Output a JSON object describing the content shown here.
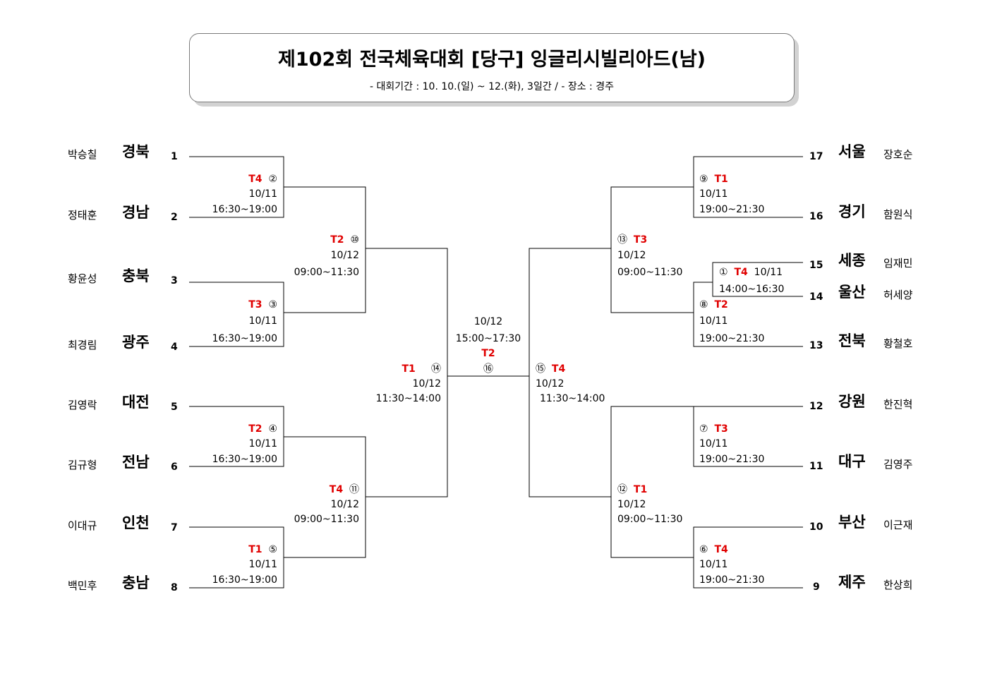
{
  "header": {
    "title": "제102회  전국체육대회  [당구]  잉글리시빌리아드(남)",
    "subtitle": "-  대회기간  :  10.  10.(일)  ~  12.(화),  3일간  /  -  장소  :  경주"
  },
  "left_entries": [
    {
      "player": "박승칠",
      "region": "경북",
      "seed": "1"
    },
    {
      "player": "정태훈",
      "region": "경남",
      "seed": "2"
    },
    {
      "player": "황윤성",
      "region": "충북",
      "seed": "3"
    },
    {
      "player": "최경림",
      "region": "광주",
      "seed": "4"
    },
    {
      "player": "김영락",
      "region": "대전",
      "seed": "5"
    },
    {
      "player": "김규형",
      "region": "전남",
      "seed": "6"
    },
    {
      "player": "이대규",
      "region": "인천",
      "seed": "7"
    },
    {
      "player": "백민후",
      "region": "충남",
      "seed": "8"
    }
  ],
  "right_entries": [
    {
      "seed": "17",
      "region": "서울",
      "player": "장호순"
    },
    {
      "seed": "16",
      "region": "경기",
      "player": "함원식"
    },
    {
      "seed": "15",
      "region": "세종",
      "player": "임재민"
    },
    {
      "seed": "14",
      "region": "울산",
      "player": "허세양"
    },
    {
      "seed": "13",
      "region": "전북",
      "player": "황철호"
    },
    {
      "seed": "12",
      "region": "강원",
      "player": "한진혁"
    },
    {
      "seed": "11",
      "region": "대구",
      "player": "김영주"
    },
    {
      "seed": "10",
      "region": "부산",
      "player": "이근재"
    },
    {
      "seed": "9",
      "region": "제주",
      "player": "한상희"
    }
  ],
  "matches": {
    "m1": {
      "table": "T4",
      "no": "①",
      "date": "10/11",
      "time": "14:00~16:30"
    },
    "m2": {
      "table": "T4",
      "no": "②",
      "date": "10/11",
      "time": "16:30~19:00"
    },
    "m3": {
      "table": "T3",
      "no": "③",
      "date": "10/11",
      "time": "16:30~19:00"
    },
    "m4": {
      "table": "T2",
      "no": "④",
      "date": "10/11",
      "time": "16:30~19:00"
    },
    "m5": {
      "table": "T1",
      "no": "⑤",
      "date": "10/11",
      "time": "16:30~19:00"
    },
    "m6": {
      "table": "T4",
      "no": "⑥",
      "date": "10/11",
      "time": "19:00~21:30"
    },
    "m7": {
      "table": "T3",
      "no": "⑦",
      "date": "10/11",
      "time": "19:00~21:30"
    },
    "m8": {
      "table": "T2",
      "no": "⑧",
      "date": "10/11",
      "time": "19:00~21:30"
    },
    "m9": {
      "table": "T1",
      "no": "⑨",
      "date": "10/11",
      "time": "19:00~21:30"
    },
    "m10": {
      "table": "T2",
      "no": "⑩",
      "date": "10/12",
      "time": "09:00~11:30"
    },
    "m11": {
      "table": "T4",
      "no": "⑪",
      "date": "10/12",
      "time": "09:00~11:30"
    },
    "m12": {
      "table": "T1",
      "no": "⑫",
      "date": "10/12",
      "time": "09:00~11:30"
    },
    "m13": {
      "table": "T3",
      "no": "⑬",
      "date": "10/12",
      "time": "09:00~11:30"
    },
    "m14": {
      "table": "T1",
      "no": "⑭",
      "date": "10/12",
      "time": "11:30~14:00"
    },
    "m15": {
      "table": "T4",
      "no": "⑮",
      "date": "10/12",
      "time": "11:30~14:00"
    },
    "m16": {
      "table": "T2",
      "no": "⑯",
      "date": "10/12",
      "time": "15:00~17:30"
    }
  }
}
